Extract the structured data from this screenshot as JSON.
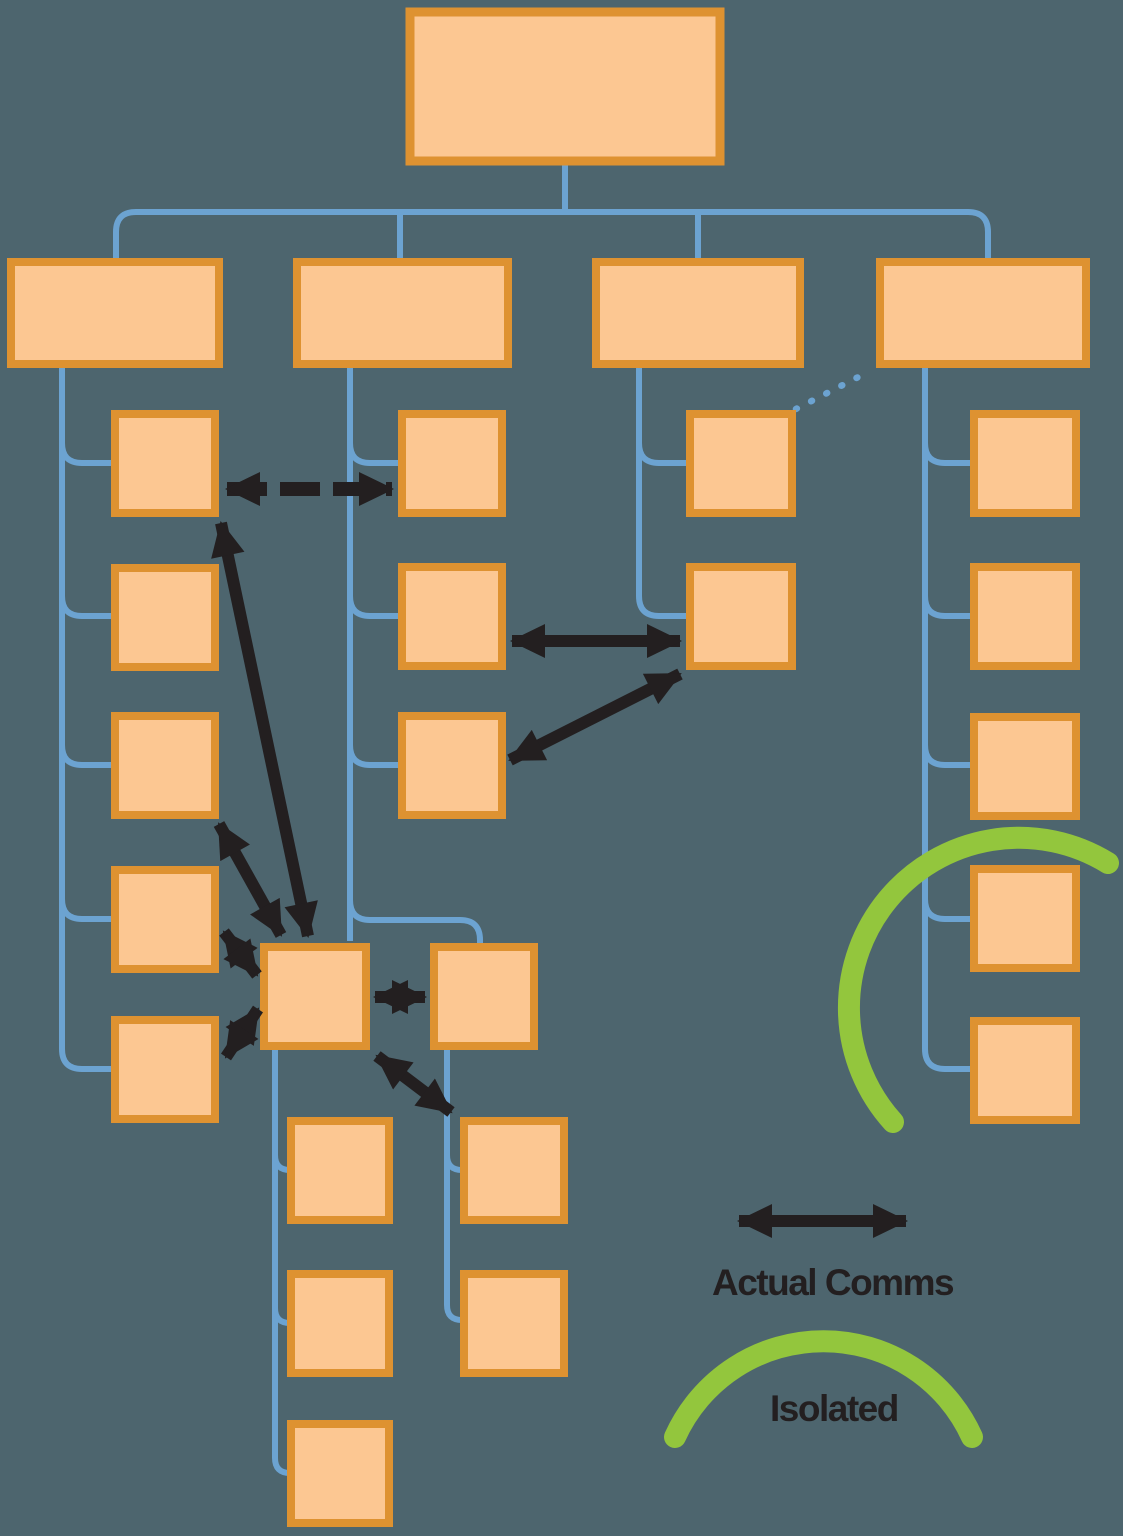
{
  "colors": {
    "background": "#4D656E",
    "node_fill": "#FCC792",
    "node_border": "#DE9231",
    "tree_line": "#6CA3D1",
    "comms_arrow": "#231F20",
    "isolated_arc": "#93C63D",
    "legend_text": "#231F20"
  },
  "legend": {
    "actual_comms_label": "Actual Comms",
    "isolated_label": "Isolated"
  },
  "diagram": {
    "type": "org_chart_with_comms_overlay",
    "nodes": {
      "root_count": 1,
      "branch_count": 4,
      "branch_1_children": 5,
      "branch_2_children": 3,
      "branch_3_children": 2,
      "branch_4_children": 5,
      "hub_pair_nodes": 2,
      "hub_children": 3,
      "hub_partner_children": 2
    },
    "comms_links": [
      {
        "from": "branch1-child1",
        "to": "branch2-child1",
        "style": "dashed"
      },
      {
        "from": "branch1-child1",
        "to": "hub",
        "style": "solid"
      },
      {
        "from": "branch1-child3",
        "to": "hub",
        "style": "solid"
      },
      {
        "from": "branch1-child4",
        "to": "hub",
        "style": "solid"
      },
      {
        "from": "branch1-child5",
        "to": "hub",
        "style": "solid"
      },
      {
        "from": "hub",
        "to": "hub-partner",
        "style": "solid"
      },
      {
        "from": "hub",
        "to": "hub-partner-child1",
        "style": "solid"
      },
      {
        "from": "branch2-child2",
        "to": "branch3-child2",
        "style": "solid"
      },
      {
        "from": "branch2-child3",
        "to": "branch3-child2",
        "style": "solid"
      }
    ],
    "dotted_hierarchy_link": {
      "from": "branch3-child1",
      "to": "branch-4",
      "style": "dotted"
    },
    "isolated_group": [
      "branch4-child4",
      "branch4-child5"
    ]
  }
}
